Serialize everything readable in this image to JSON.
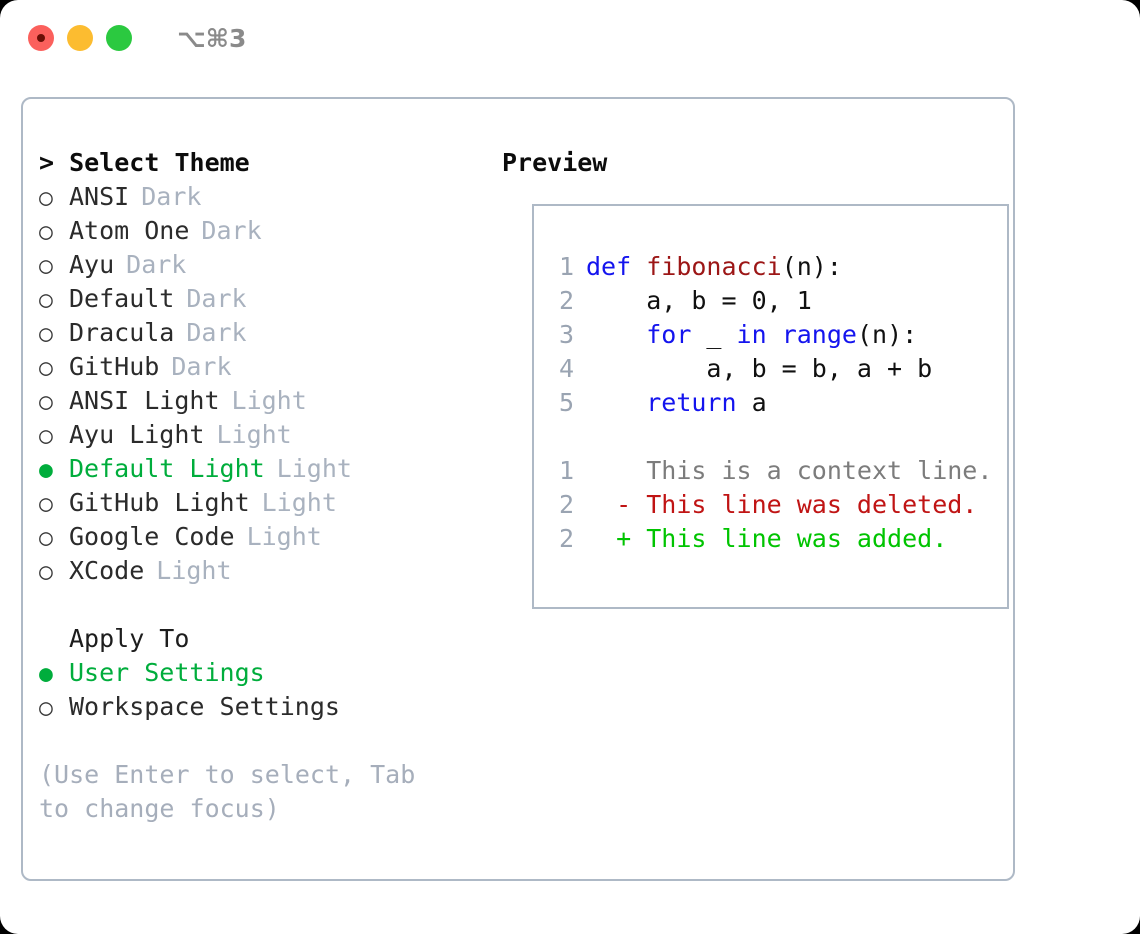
{
  "titlebar": {
    "buttons": [
      {
        "name": "close",
        "color": "#fb605c"
      },
      {
        "name": "minimize",
        "color": "#fcbc30"
      },
      {
        "name": "maximize",
        "color": "#2bc940"
      }
    ],
    "shortcut": "⌥⌘3"
  },
  "theme_panel": {
    "header": "> Select Theme",
    "items": [
      {
        "label": "ANSI",
        "tag": "Dark",
        "selected": false,
        "bullet": "○"
      },
      {
        "label": "Atom One",
        "tag": "Dark",
        "selected": false,
        "bullet": "○"
      },
      {
        "label": "Ayu",
        "tag": "Dark",
        "selected": false,
        "bullet": "○"
      },
      {
        "label": "Default",
        "tag": "Dark",
        "selected": false,
        "bullet": "○"
      },
      {
        "label": "Dracula",
        "tag": "Dark",
        "selected": false,
        "bullet": "○"
      },
      {
        "label": "GitHub",
        "tag": "Dark",
        "selected": false,
        "bullet": "○"
      },
      {
        "label": "ANSI Light",
        "tag": "Light",
        "selected": false,
        "bullet": "○"
      },
      {
        "label": "Ayu Light",
        "tag": "Light",
        "selected": false,
        "bullet": "○"
      },
      {
        "label": "Default Light",
        "tag": "Light",
        "selected": true,
        "bullet": "●"
      },
      {
        "label": "GitHub Light",
        "tag": "Light",
        "selected": false,
        "bullet": "○"
      },
      {
        "label": "Google Code",
        "tag": "Light",
        "selected": false,
        "bullet": "○"
      },
      {
        "label": "XCode",
        "tag": "Light",
        "selected": false,
        "bullet": "○"
      }
    ]
  },
  "apply_to": {
    "header": "Apply To",
    "items": [
      {
        "label": "User Settings",
        "selected": true,
        "bullet": "●"
      },
      {
        "label": "Workspace Settings",
        "selected": false,
        "bullet": "○"
      }
    ]
  },
  "hint": "(Use Enter to select, Tab to change focus)",
  "preview": {
    "header": "Preview",
    "code_lines": [
      {
        "num": "1",
        "tokens": [
          {
            "t": "def ",
            "c": "kw"
          },
          {
            "t": "fibonacci",
            "c": "fn"
          },
          {
            "t": "(n):",
            "c": "txt"
          }
        ]
      },
      {
        "num": "2",
        "tokens": [
          {
            "t": "    a, b = 0, 1",
            "c": "txt"
          }
        ]
      },
      {
        "num": "3",
        "tokens": [
          {
            "t": "    ",
            "c": "txt"
          },
          {
            "t": "for",
            "c": "kw"
          },
          {
            "t": " _ ",
            "c": "txt"
          },
          {
            "t": "in",
            "c": "kw"
          },
          {
            "t": " ",
            "c": "txt"
          },
          {
            "t": "range",
            "c": "kw"
          },
          {
            "t": "(n):",
            "c": "txt"
          }
        ]
      },
      {
        "num": "4",
        "tokens": [
          {
            "t": "        a, b = b, a + b",
            "c": "txt"
          }
        ]
      },
      {
        "num": "5",
        "tokens": [
          {
            "t": "    ",
            "c": "txt"
          },
          {
            "t": "return",
            "c": "kw"
          },
          {
            "t": " a",
            "c": "txt"
          }
        ]
      }
    ],
    "diff_lines": [
      {
        "num": "1",
        "marker": "  ",
        "text": "This is a context line.",
        "c": "ctx"
      },
      {
        "num": "2",
        "marker": "- ",
        "text": "This line was deleted.",
        "c": "del"
      },
      {
        "num": "2",
        "marker": "+ ",
        "text": "This line was added.",
        "c": "add"
      }
    ]
  },
  "colors": {
    "accent_green": "#00ad3c",
    "border": "#aeb9c6",
    "muted": "#a9b2bf",
    "keyword_blue": "#1414ee",
    "function_red": "#9c1616",
    "diff_add": "#00c400",
    "diff_del": "#c01414"
  }
}
